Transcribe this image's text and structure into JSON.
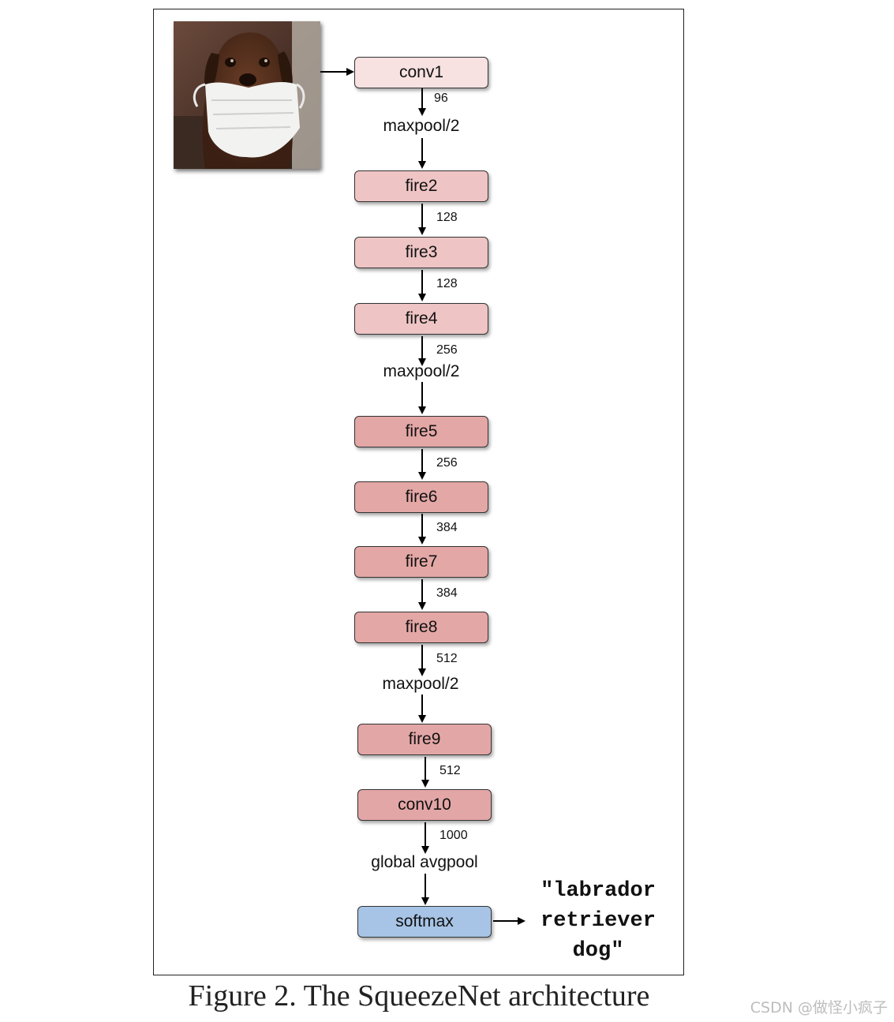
{
  "layers": {
    "conv1": "conv1",
    "fire2": "fire2",
    "fire3": "fire3",
    "fire4": "fire4",
    "fire5": "fire5",
    "fire6": "fire6",
    "fire7": "fire7",
    "fire8": "fire8",
    "fire9": "fire9",
    "conv10": "conv10",
    "softmax": "softmax"
  },
  "channels": {
    "conv1": "96",
    "fire2": "128",
    "fire3": "128",
    "fire4": "256",
    "fire5": "256",
    "fire6": "384",
    "fire7": "384",
    "fire8": "512",
    "fire9": "512",
    "conv10": "1000"
  },
  "ops": {
    "pool1": "maxpool/2",
    "pool4": "maxpool/2",
    "pool8": "maxpool/2",
    "global": "global avgpool"
  },
  "output": {
    "line1": "\"labrador",
    "line2": "retriever",
    "line3": "dog\""
  },
  "caption": "Figure 2. The SqueezeNet architecture",
  "watermark": "CSDN @做怪小疯子",
  "colors": {
    "conv1": "#f7e1e1",
    "fire_early": "#eec4c4",
    "fire_late": "#e3a7a6",
    "softmax": "#a7c4e6"
  }
}
